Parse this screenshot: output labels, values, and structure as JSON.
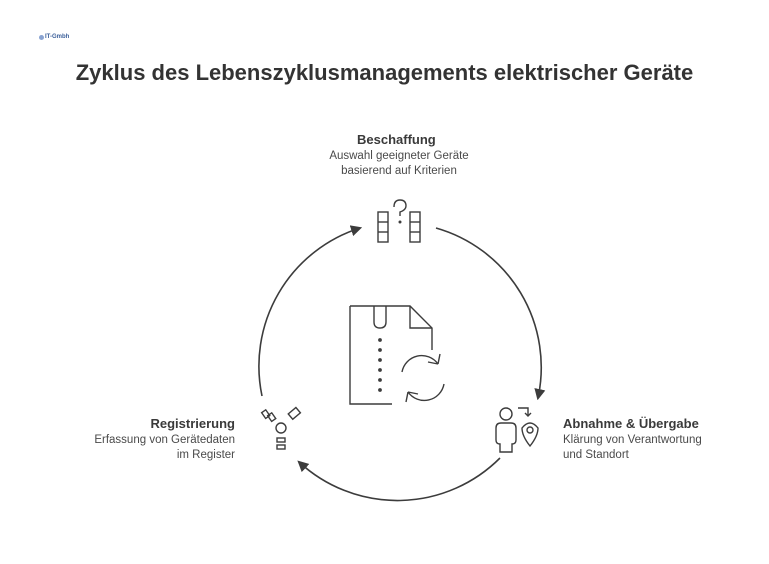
{
  "logo": {
    "name": "IT-Gmbh"
  },
  "title": "Zyklus des Lebenszyklusmanagements elektrischer Geräte",
  "stages": {
    "procurement": {
      "title": "Beschaffung",
      "description": "Auswahl geeigneter Geräte\nbasierend auf Kriterien",
      "icon": "compare-question-icon"
    },
    "handover": {
      "title": "Abnahme & Übergabe",
      "description": "Klärung von Verantwortung\nund Standort",
      "icon": "person-location-icon"
    },
    "registration": {
      "title": "Registrierung",
      "description": "Erfassung von Gerätedaten\nim Register",
      "icon": "data-entry-icon"
    }
  },
  "center_icon": "zip-file-refresh-icon",
  "colors": {
    "stroke": "#3c3c3c",
    "text": "#333333"
  }
}
